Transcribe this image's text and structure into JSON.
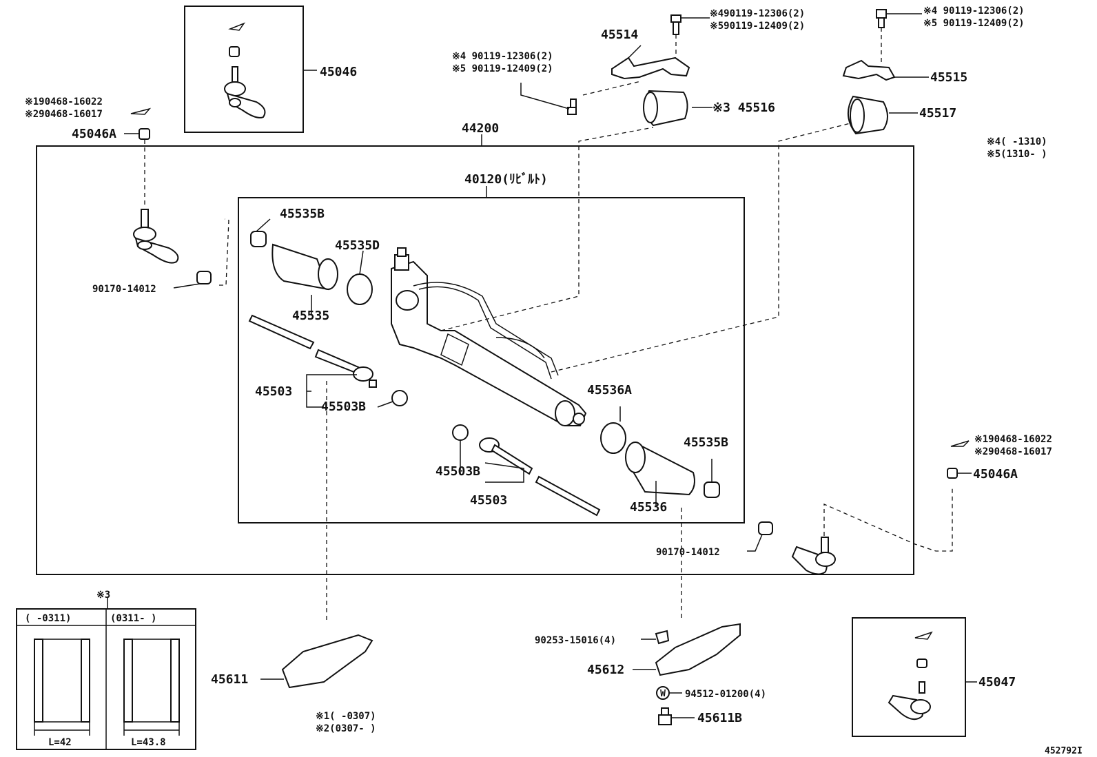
{
  "labels": {
    "p45046": "45046",
    "p45046a_left": "45046A",
    "pin_left_1": "※190468-16022",
    "pin_left_2": "※290468-16017",
    "nut_left": "90170-14012",
    "p44200": "44200",
    "p40120": "40120(ﾘﾋﾞﾙﾄ)",
    "p45535b_top": "45535B",
    "p45535d": "45535D",
    "p45535": "45535",
    "p45503_left": "45503",
    "p45503b_left": "45503B",
    "p45536a": "45536A",
    "p45535b_right": "45535B",
    "p45503b_right": "45503B",
    "p45503_right": "45503",
    "p45536": "45536",
    "p45514": "45514",
    "bolt_mid_1": "※490119-12306(2)",
    "bolt_mid_2": "※590119-12409(2)",
    "bolt_left_1": "※4 90119-12306(2)",
    "bolt_left_2": "※5 90119-12409(2)",
    "p45516": "※3 45516",
    "bolt_right_1": "※4 90119-12306(2)",
    "bolt_right_2": "※5 90119-12409(2)",
    "p45515": "45515",
    "p45517": "45517",
    "note4": "※4(    -1310)",
    "note5": "※5(1310-    )",
    "pin_right_1": "※190468-16022",
    "pin_right_2": "※290468-16017",
    "p45046a_right": "45046A",
    "nut_right": "90170-14012",
    "note3": "※3",
    "col1_head": "(       -0311)",
    "col2_head": "(0311-       )",
    "len1": "L=42",
    "len2": "L=43.8",
    "p45611": "45611",
    "note1": "※1(       -0307)",
    "note2": "※2(0307-       )",
    "bolt_9025": "90253-15016(4)",
    "p45612": "45612",
    "washer": "94512-01200(4)",
    "p45611b": "45611B",
    "p45047": "45047",
    "fig_id": "452792I",
    "washer_mark": "W"
  },
  "icons": {
    "tie_rod_end": "tie-rod-end-icon",
    "rack_housing": "steering-rack-icon",
    "boot": "dust-boot-icon",
    "clamp": "clamp-icon",
    "bracket": "bracket-icon",
    "bushing": "bushing-icon",
    "bolt": "bolt-icon",
    "nut": "nut-icon"
  }
}
